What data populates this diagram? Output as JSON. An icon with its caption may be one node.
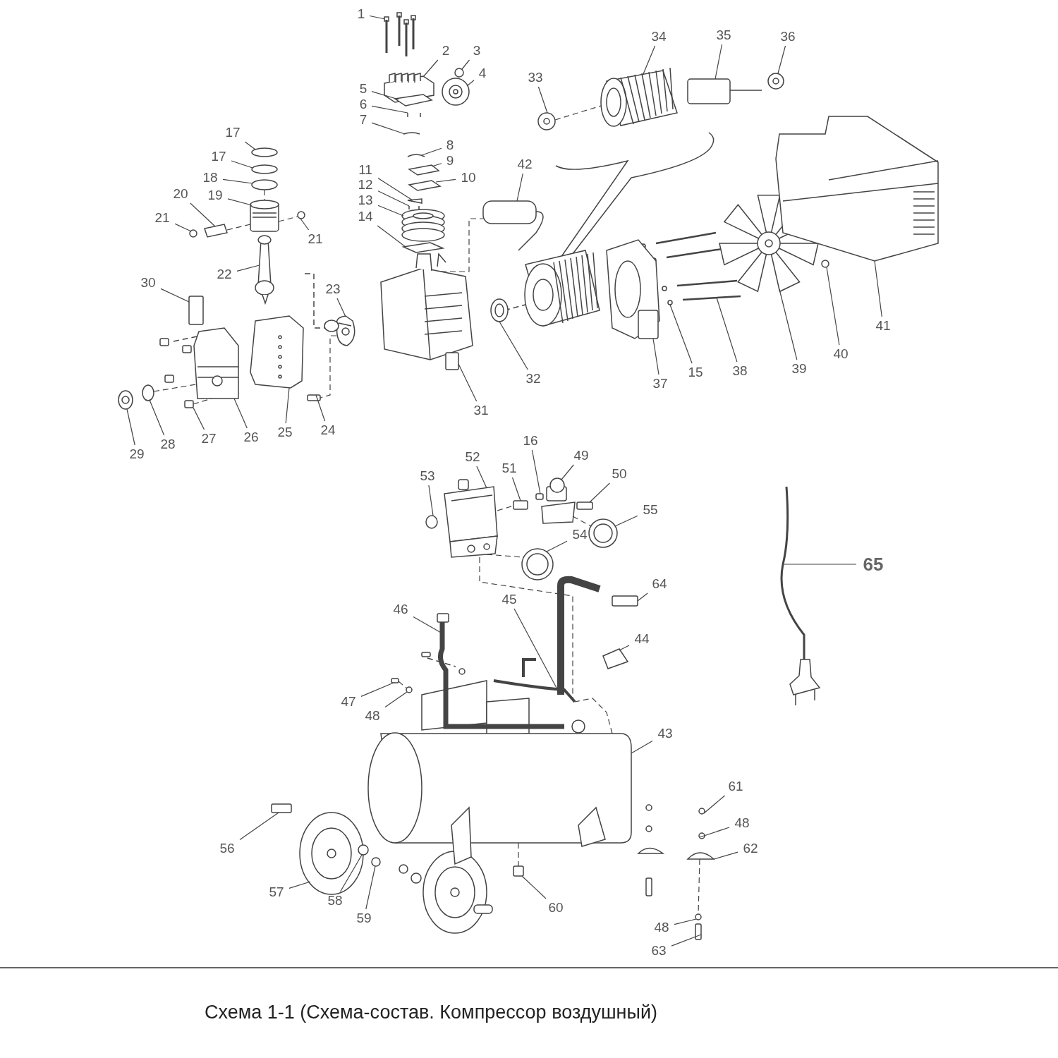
{
  "diagram": {
    "caption": "Схема 1-1 (Схема-состав. Компрессор воздушный)",
    "nodes": [
      {
        "text": [
          "1"
        ]
      },
      {
        "text": [
          "2"
        ]
      },
      {
        "text": [
          "3"
        ]
      },
      {
        "text": [
          "4"
        ]
      },
      {
        "text": [
          "5"
        ]
      },
      {
        "text": [
          "6"
        ]
      },
      {
        "text": [
          "7"
        ]
      },
      {
        "text": [
          "8"
        ]
      },
      {
        "text": [
          "9"
        ]
      },
      {
        "text": [
          "10"
        ]
      },
      {
        "text": [
          "11"
        ]
      },
      {
        "text": [
          "12"
        ]
      },
      {
        "text": [
          "13"
        ]
      },
      {
        "text": [
          "14"
        ]
      },
      {
        "text": [
          "15"
        ]
      },
      {
        "text": [
          "16"
        ]
      },
      {
        "text": [
          "17"
        ]
      },
      {
        "text": [
          "17"
        ]
      },
      {
        "text": [
          "18"
        ]
      },
      {
        "text": [
          "19"
        ]
      },
      {
        "text": [
          "20"
        ]
      },
      {
        "text": [
          "21"
        ]
      },
      {
        "text": [
          "21"
        ]
      },
      {
        "text": [
          "22"
        ]
      },
      {
        "text": [
          "23"
        ]
      },
      {
        "text": [
          "24"
        ]
      },
      {
        "text": [
          "25"
        ]
      },
      {
        "text": [
          "26"
        ]
      },
      {
        "text": [
          "27"
        ]
      },
      {
        "text": [
          "28"
        ]
      },
      {
        "text": [
          "29"
        ]
      },
      {
        "text": [
          "30"
        ]
      },
      {
        "text": [
          "31"
        ]
      },
      {
        "text": [
          "32"
        ]
      },
      {
        "text": [
          "33"
        ]
      },
      {
        "text": [
          "34"
        ]
      },
      {
        "text": [
          "35"
        ]
      },
      {
        "text": [
          "36"
        ]
      },
      {
        "text": [
          "37"
        ]
      },
      {
        "text": [
          "38"
        ]
      },
      {
        "text": [
          "39"
        ]
      },
      {
        "text": [
          "40"
        ]
      },
      {
        "text": [
          "41"
        ]
      },
      {
        "text": [
          "42"
        ]
      },
      {
        "text": [
          "43"
        ]
      },
      {
        "text": [
          "44"
        ]
      },
      {
        "text": [
          "45"
        ]
      },
      {
        "text": [
          "46"
        ]
      },
      {
        "text": [
          "47"
        ]
      },
      {
        "text": [
          "48"
        ]
      },
      {
        "text": [
          "48"
        ]
      },
      {
        "text": [
          "48"
        ]
      },
      {
        "text": [
          "49"
        ]
      },
      {
        "text": [
          "50"
        ]
      },
      {
        "text": [
          "51"
        ]
      },
      {
        "text": [
          "52"
        ]
      },
      {
        "text": [
          "53"
        ]
      },
      {
        "text": [
          "54"
        ]
      },
      {
        "text": [
          "55"
        ]
      },
      {
        "text": [
          "56"
        ]
      },
      {
        "text": [
          "57"
        ]
      },
      {
        "text": [
          "58"
        ]
      },
      {
        "text": [
          "59"
        ]
      },
      {
        "text": [
          "60"
        ]
      },
      {
        "text": [
          "61"
        ]
      },
      {
        "text": [
          "62"
        ]
      },
      {
        "text": [
          "63"
        ]
      },
      {
        "text": [
          "64"
        ]
      },
      {
        "text": [
          "65"
        ]
      },
      {
        "text": [],
        "shape": "picture"
      },
      {
        "text": [],
        "shape": "picture"
      },
      {
        "text": [],
        "shape": "circle"
      },
      {
        "text": [],
        "shape": "picture"
      },
      {
        "text": [],
        "shape": "picture"
      },
      {
        "text": [],
        "shape": "picture"
      },
      {
        "text": [],
        "shape": "picture"
      },
      {
        "text": [],
        "shape": "picture"
      },
      {
        "text": [],
        "shape": "picture"
      },
      {
        "text": [],
        "shape": "picture"
      },
      {
        "text": [],
        "shape": "picture"
      },
      {
        "text": [],
        "shape": "picture"
      },
      {
        "text": [],
        "shape": "picture"
      },
      {
        "text": [],
        "shape": "picture"
      },
      {
        "text": [],
        "shape": "circle"
      },
      {
        "text": [],
        "shape": "box"
      },
      {
        "text": [],
        "shape": "circle"
      },
      {
        "text": [],
        "shape": "circle"
      },
      {
        "text": [],
        "shape": "circle"
      },
      {
        "text": [],
        "shape": "picture"
      },
      {
        "text": [],
        "shape": "picture"
      },
      {
        "text": [],
        "shape": "circle"
      },
      {
        "text": [],
        "shape": "circle"
      },
      {
        "text": [],
        "shape": "picture"
      },
      {
        "text": [],
        "shape": "picture"
      },
      {
        "text": [],
        "shape": "box"
      },
      {
        "text": [],
        "shape": "picture"
      },
      {
        "text": [],
        "shape": "picture"
      },
      {
        "text": [],
        "shape": "box"
      },
      {
        "text": [],
        "shape": "circle"
      },
      {
        "text": [],
        "shape": "picture"
      },
      {
        "text": [],
        "shape": "box"
      },
      {
        "text": [],
        "shape": "picture"
      },
      {
        "text": [],
        "shape": "picture"
      },
      {
        "text": [],
        "shape": "picture"
      },
      {
        "text": [],
        "shape": "picture"
      },
      {
        "text": [],
        "shape": "picture"
      },
      {
        "text": [],
        "shape": "picture"
      },
      {
        "text": [],
        "shape": "picture"
      },
      {
        "text": [],
        "shape": "picture"
      },
      {
        "text": [],
        "shape": "picture"
      },
      {
        "text": [],
        "shape": "circle"
      },
      {
        "text": [],
        "shape": "picture"
      },
      {
        "text": [],
        "shape": "picture"
      },
      {
        "text": [],
        "shape": "picture"
      },
      {
        "text": [],
        "shape": "picture"
      },
      {
        "text": [],
        "shape": "picture"
      },
      {
        "text": [],
        "shape": "picture"
      },
      {
        "text": [],
        "shape": "box"
      },
      {
        "text": [],
        "shape": "circle"
      },
      {
        "text": [],
        "shape": "circle"
      },
      {
        "text": [],
        "shape": "circle"
      },
      {
        "text": [],
        "shape": "picture"
      },
      {
        "text": [],
        "shape": "box"
      },
      {
        "text": [],
        "shape": "box"
      },
      {
        "text": [],
        "shape": "picture"
      },
      {
        "text": [],
        "shape": "circle"
      },
      {
        "text": [],
        "shape": "picture"
      },
      {
        "text": [],
        "shape": "picture"
      },
      {
        "text": [],
        "shape": "box"
      },
      {
        "text": [],
        "shape": "picture"
      },
      {
        "text": [],
        "shape": "circle"
      },
      {
        "text": [],
        "shape": "circle"
      },
      {
        "text": [],
        "shape": "box"
      },
      {
        "text": [],
        "shape": "circle"
      },
      {
        "text": [],
        "shape": "picture"
      },
      {
        "text": [],
        "shape": "box"
      },
      {
        "text": [],
        "shape": "box"
      },
      {
        "text": [],
        "shape": "picture"
      }
    ],
    "edges": [
      {
        "from": 0,
        "to": 69,
        "arrow": "none"
      },
      {
        "from": 1,
        "to": 70,
        "arrow": "none"
      },
      {
        "from": 2,
        "to": 71,
        "arrow": "none"
      },
      {
        "from": 3,
        "to": 72,
        "arrow": "none"
      },
      {
        "from": 4,
        "to": 73,
        "arrow": "none"
      },
      {
        "from": 5,
        "to": 74,
        "arrow": "none"
      },
      {
        "from": 6,
        "to": 75,
        "arrow": "none"
      },
      {
        "from": 7,
        "to": 76,
        "arrow": "none"
      },
      {
        "from": 8,
        "to": 77,
        "arrow": "none"
      },
      {
        "from": 9,
        "to": 78,
        "arrow": "none"
      },
      {
        "from": 10,
        "to": 79,
        "arrow": "none"
      },
      {
        "from": 11,
        "to": 80,
        "arrow": "none"
      },
      {
        "from": 12,
        "to": 81,
        "arrow": "none"
      },
      {
        "from": 13,
        "to": 82,
        "arrow": "none"
      },
      {
        "from": 14,
        "to": 83,
        "arrow": "none"
      },
      {
        "from": 15,
        "to": 84,
        "arrow": "none"
      },
      {
        "from": 16,
        "to": 85,
        "arrow": "none"
      },
      {
        "from": 17,
        "to": 86,
        "arrow": "none"
      },
      {
        "from": 18,
        "to": 87,
        "arrow": "none"
      },
      {
        "from": 19,
        "to": 88,
        "arrow": "none"
      },
      {
        "from": 20,
        "to": 89,
        "arrow": "none"
      },
      {
        "from": 21,
        "to": 90,
        "arrow": "none"
      },
      {
        "from": 22,
        "to": 91,
        "arrow": "none"
      },
      {
        "from": 23,
        "to": 92,
        "arrow": "none"
      },
      {
        "from": 24,
        "to": 93,
        "arrow": "none"
      },
      {
        "from": 25,
        "to": 94,
        "arrow": "none"
      },
      {
        "from": 26,
        "to": 95,
        "arrow": "none"
      },
      {
        "from": 27,
        "to": 96,
        "arrow": "none"
      },
      {
        "from": 28,
        "to": 97,
        "arrow": "none"
      },
      {
        "from": 29,
        "to": 98,
        "arrow": "none"
      },
      {
        "from": 30,
        "to": 99,
        "arrow": "none"
      },
      {
        "from": 31,
        "to": 100,
        "arrow": "none"
      },
      {
        "from": 32,
        "to": 101,
        "arrow": "none"
      },
      {
        "from": 33,
        "to": 102,
        "arrow": "none"
      },
      {
        "from": 34,
        "to": 103,
        "arrow": "none"
      },
      {
        "from": 35,
        "to": 104,
        "arrow": "none"
      },
      {
        "from": 36,
        "to": 105,
        "arrow": "none"
      },
      {
        "from": 37,
        "to": 106,
        "arrow": "none"
      },
      {
        "from": 38,
        "to": 107,
        "arrow": "none"
      },
      {
        "from": 39,
        "to": 108,
        "arrow": "none"
      },
      {
        "from": 40,
        "to": 109,
        "arrow": "none"
      },
      {
        "from": 41,
        "to": 110,
        "arrow": "none"
      },
      {
        "from": 42,
        "to": 111,
        "arrow": "none"
      },
      {
        "from": 43,
        "to": 112,
        "arrow": "none"
      },
      {
        "from": 44,
        "to": 113,
        "arrow": "none"
      },
      {
        "from": 45,
        "to": 114,
        "arrow": "none"
      },
      {
        "from": 46,
        "to": 115,
        "arrow": "none"
      },
      {
        "from": 47,
        "to": 116,
        "arrow": "none"
      },
      {
        "from": 48,
        "to": 117,
        "arrow": "none"
      },
      {
        "from": 49,
        "to": 118,
        "arrow": "none"
      },
      {
        "from": 50,
        "to": 119,
        "arrow": "none"
      },
      {
        "from": 51,
        "to": 120,
        "arrow": "none"
      },
      {
        "from": 52,
        "to": 121,
        "arrow": "none"
      },
      {
        "from": 53,
        "to": 122,
        "arrow": "none"
      },
      {
        "from": 54,
        "to": 123,
        "arrow": "none"
      },
      {
        "from": 55,
        "to": 124,
        "arrow": "none"
      },
      {
        "from": 56,
        "to": 125,
        "arrow": "none"
      },
      {
        "from": 57,
        "to": 126,
        "arrow": "none"
      },
      {
        "from": 58,
        "to": 127,
        "arrow": "none"
      },
      {
        "from": 59,
        "to": 128,
        "arrow": "none"
      },
      {
        "from": 60,
        "to": 129,
        "arrow": "none"
      },
      {
        "from": 61,
        "to": 130,
        "arrow": "none"
      },
      {
        "from": 62,
        "to": 131,
        "arrow": "none"
      },
      {
        "from": 63,
        "to": 132,
        "arrow": "none"
      },
      {
        "from": 64,
        "to": 133,
        "arrow": "none"
      },
      {
        "from": 65,
        "to": 134,
        "arrow": "none"
      },
      {
        "from": 66,
        "to": 135,
        "arrow": "none"
      },
      {
        "from": 67,
        "to": 136,
        "arrow": "none"
      },
      {
        "from": 68,
        "to": 137,
        "arrow": "none"
      },
      {
        "from": 101,
        "to": 112,
        "arrow": "none",
        "style": "dashed"
      },
      {
        "from": 87,
        "to": 88,
        "arrow": "none",
        "style": "dashed"
      },
      {
        "from": 89,
        "to": 88,
        "arrow": "none",
        "style": "dashed"
      },
      {
        "from": 88,
        "to": 91,
        "arrow": "none",
        "style": "dashed"
      },
      {
        "from": 93,
        "to": 94,
        "arrow": "none",
        "style": "dashed"
      },
      {
        "from": 124,
        "to": 123,
        "arrow": "none",
        "style": "dashed"
      },
      {
        "from": 121,
        "to": 127,
        "arrow": "none",
        "style": "dashed"
      },
      {
        "from": 124,
        "to": 126,
        "arrow": "none",
        "style": "dashed"
      },
      {
        "from": 124,
        "to": 115,
        "arrow": "none",
        "style": "dashed"
      },
      {
        "from": 117,
        "to": 118,
        "arrow": "none",
        "style": "dashed"
      },
      {
        "from": 113,
        "to": 115,
        "arrow": "none",
        "style": "dashed"
      },
      {
        "from": 113,
        "to": 132,
        "arrow": "none",
        "style": "dashed"
      },
      {
        "from": 134,
        "to": 120,
        "arrow": "none",
        "style": "dashed"
      },
      {
        "from": 103,
        "to": 104,
        "arrow": "none",
        "style": "dashed"
      },
      {
        "from": 98,
        "to": 96,
        "arrow": "none",
        "style": "dashed"
      },
      {
        "from": 97,
        "to": 96,
        "arrow": "none",
        "style": "dashed"
      }
    ]
  }
}
